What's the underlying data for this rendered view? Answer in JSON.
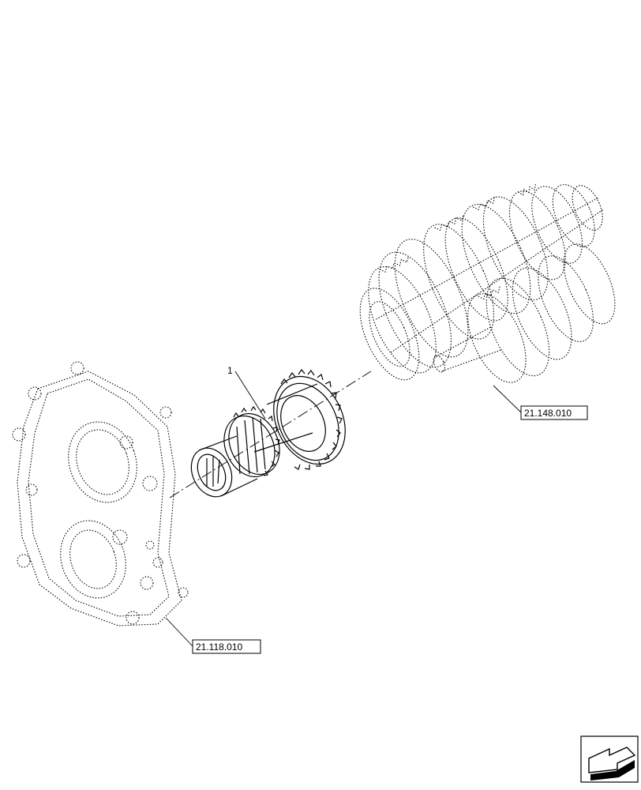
{
  "callouts": {
    "item1": "1",
    "ref_gearset": "21.148.010",
    "ref_housing": "21.118.010"
  },
  "icons": {
    "nav": "previous-page-arrow-icon"
  }
}
